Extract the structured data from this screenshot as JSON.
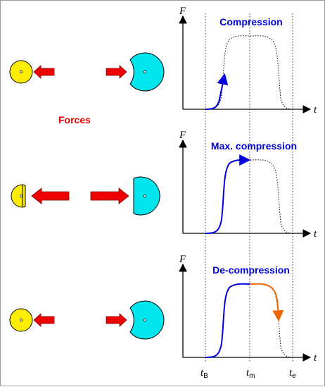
{
  "colors": {
    "small_ball": "#ffee00",
    "large_ball": "#00e5ee",
    "force_arrow": "#ee0000",
    "curve_blue": "#0000dd",
    "curve_orange": "#ee6600",
    "label_blue": "#0000dd",
    "label_red": "#ee0000"
  },
  "forces_label": "Forces",
  "panels": [
    {
      "title": "Compression",
      "y_label": "F",
      "x_label": "t",
      "stage": "compression",
      "arrow_strength": "small"
    },
    {
      "title": "Max. compression",
      "y_label": "F",
      "x_label": "t",
      "stage": "max",
      "arrow_strength": "large"
    },
    {
      "title": "De-compression",
      "y_label": "F",
      "x_label": "t",
      "stage": "decompression",
      "arrow_strength": "small"
    }
  ],
  "time_ticks": [
    {
      "base": "t",
      "sub": "B"
    },
    {
      "base": "t",
      "sub": "m"
    },
    {
      "base": "t",
      "sub": "e"
    }
  ]
}
